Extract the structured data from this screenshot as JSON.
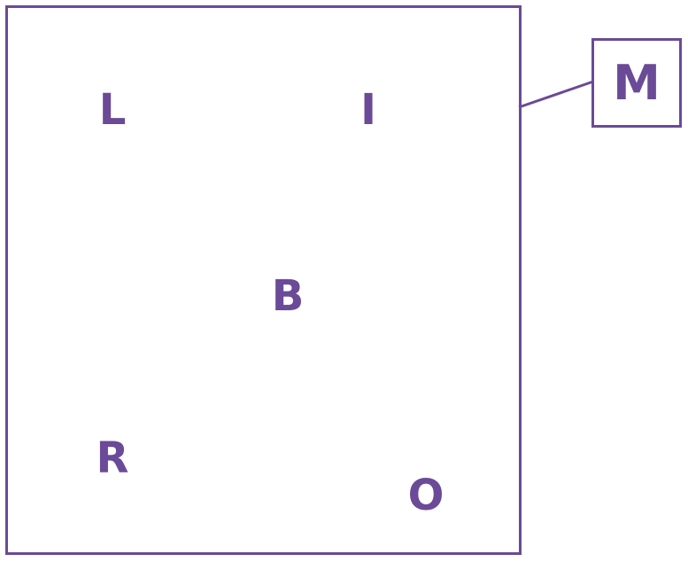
{
  "diagram": {
    "color": "#6b4a97",
    "letters": {
      "top_left": "L",
      "top_right": "I",
      "center": "B",
      "bottom_left": "R",
      "bottom_right": "O"
    },
    "callout": {
      "label": "M"
    }
  }
}
